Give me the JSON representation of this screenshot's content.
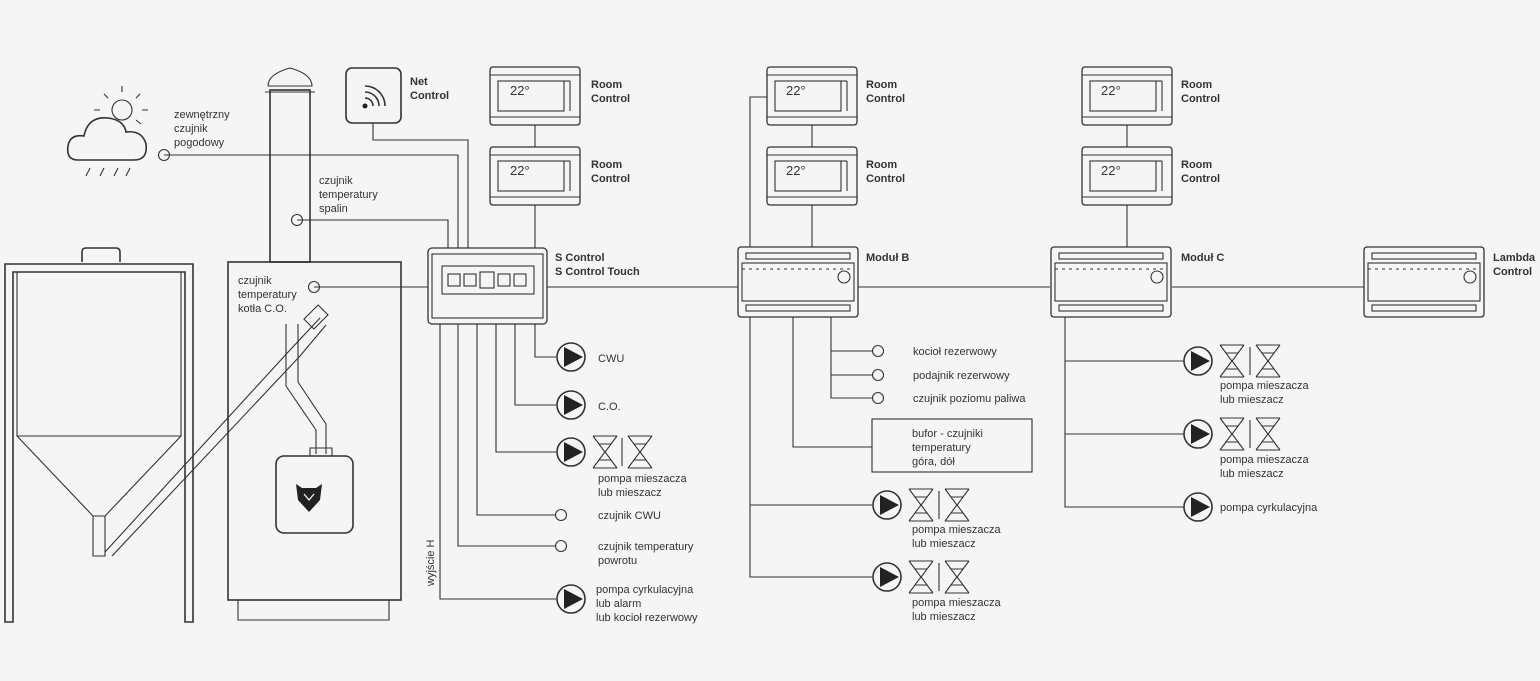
{
  "labels": {
    "weather": [
      "zewnętrzny",
      "czujnik",
      "pogodowy"
    ],
    "flue": [
      "czujnik",
      "temperatury",
      "spalin"
    ],
    "boiler_sensor": [
      "czujnik",
      "temperatury",
      "kotła C.O."
    ],
    "net": [
      "Net",
      "Control"
    ],
    "s_control": [
      "S Control",
      "S Control Touch"
    ],
    "module_b": "Moduł B",
    "module_c": "Moduł C",
    "lambda": [
      "Lambda",
      "Control"
    ],
    "room": [
      "Room",
      "Control"
    ],
    "room_temp": "22°",
    "output_h": "wyjście H",
    "cwu": "CWU",
    "co": "C.O.",
    "mixing_pump": [
      "pompa mieszacza",
      "lub mieszacz"
    ],
    "cwu_sensor": "czujnik CWU",
    "return_sensor": [
      "czujnik temperatury",
      "powrotu"
    ],
    "circ_alarm": [
      "pompa cyrkulacyjna",
      "lub alarm",
      "lub kocioł rezerwowy"
    ],
    "reserve_boiler": "kocioł rezerwowy",
    "reserve_feeder": "podajnik rezerwowy",
    "fuel_level": "czujnik poziomu paliwa",
    "buffer": [
      "bufor - czujniki",
      "temperatury",
      "góra, dół"
    ],
    "circ_pump": "pompa cyrkulacyjna"
  },
  "icons": {
    "weather": "sun-cloud-rain-icon",
    "wifi": "wifi-icon",
    "pump": "pump-icon",
    "valve": "valve-icon",
    "sensor": "sensor-circle-icon",
    "logo": "fox-logo-icon"
  },
  "colors": {
    "line": "#333333",
    "background": "#f5f5f5"
  }
}
